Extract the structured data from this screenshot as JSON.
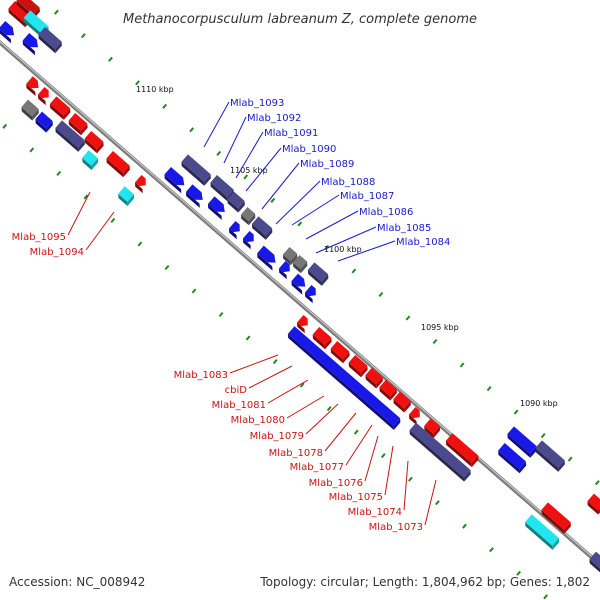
{
  "title": "Methanocorpusculum labreanum Z, complete genome",
  "accession": "Accession: NC_008942",
  "topology": "Topology: circular; Length: 1,804,962 bp; Genes: 1,802",
  "colors": {
    "background": "#ffffff",
    "forward_strand": "#f01010",
    "reverse_strand": "#1818e8",
    "forward_label": "#cc1111",
    "reverse_label": "#1a1acc",
    "rna_cyan": "#22e6ee",
    "dark_slate": "#4a4a8c",
    "gray_feature": "#777777",
    "tick_green": "#228822",
    "backbone": "#888888"
  },
  "ticks": [
    {
      "label": "1110 kbp"
    },
    {
      "label": "1105 kbp"
    },
    {
      "label": "1100 kbp"
    },
    {
      "label": "1095 kbp"
    },
    {
      "label": "1090 kbp"
    }
  ],
  "reverse_labels": [
    "Mlab_1093",
    "Mlab_1092",
    "Mlab_1091",
    "Mlab_1090",
    "Mlab_1089",
    "Mlab_1088",
    "Mlab_1087",
    "Mlab_1086",
    "Mlab_1085",
    "Mlab_1084"
  ],
  "forward_labels_left": [
    "Mlab_1095",
    "Mlab_1094"
  ],
  "forward_labels_lower": [
    "Mlab_1083",
    "cbiD",
    "Mlab_1081",
    "Mlab_1080",
    "Mlab_1079",
    "Mlab_1078",
    "Mlab_1077",
    "Mlab_1076",
    "Mlab_1075",
    "Mlab_1074",
    "Mlab_1073"
  ]
}
